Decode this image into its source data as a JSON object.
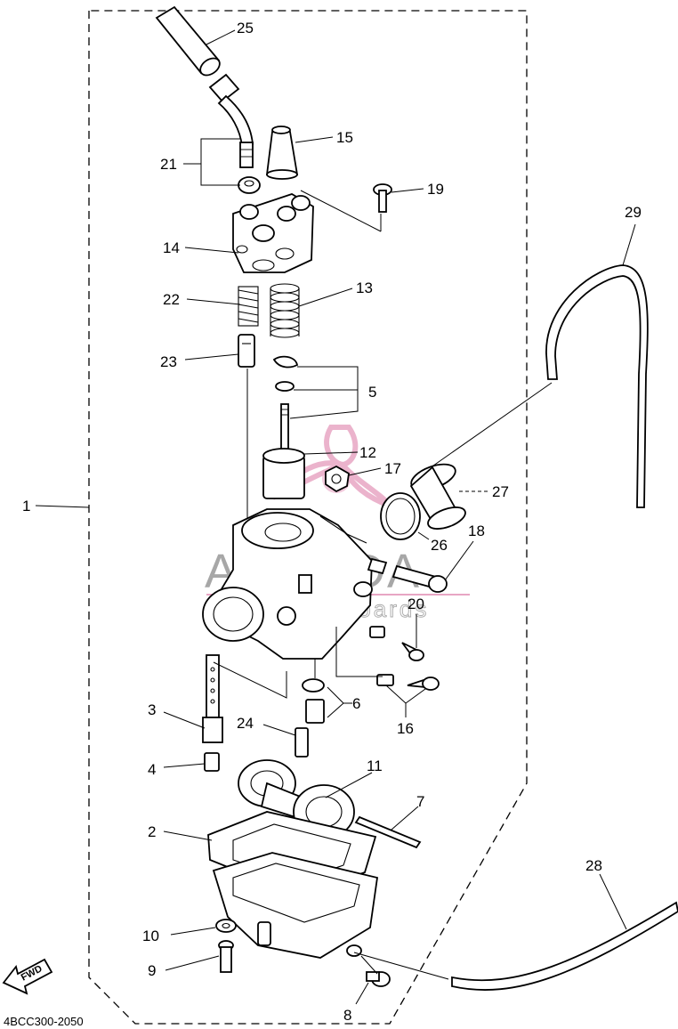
{
  "diagram": {
    "part_code": "4BCC300-2050",
    "fwd_label": "FWD",
    "watermark": {
      "brand": "ARMADA",
      "tagline": "marine outboards",
      "logo_color": "#e8a6c4"
    },
    "callouts": [
      {
        "id": "c25",
        "label": "25"
      },
      {
        "id": "c15",
        "label": "15"
      },
      {
        "id": "c21",
        "label": "21"
      },
      {
        "id": "c19",
        "label": "19"
      },
      {
        "id": "c29",
        "label": "29"
      },
      {
        "id": "c14",
        "label": "14"
      },
      {
        "id": "c22",
        "label": "22"
      },
      {
        "id": "c13",
        "label": "13"
      },
      {
        "id": "c23",
        "label": "23"
      },
      {
        "id": "c5",
        "label": "5"
      },
      {
        "id": "c12",
        "label": "12"
      },
      {
        "id": "c17",
        "label": "17"
      },
      {
        "id": "c27",
        "label": "27"
      },
      {
        "id": "c1",
        "label": "1"
      },
      {
        "id": "c26",
        "label": "26"
      },
      {
        "id": "c18",
        "label": "18"
      },
      {
        "id": "c20",
        "label": "20"
      },
      {
        "id": "c6",
        "label": "6"
      },
      {
        "id": "c3",
        "label": "3"
      },
      {
        "id": "c16",
        "label": "16"
      },
      {
        "id": "c24",
        "label": "24"
      },
      {
        "id": "c4",
        "label": "4"
      },
      {
        "id": "c11",
        "label": "11"
      },
      {
        "id": "c7",
        "label": "7"
      },
      {
        "id": "c2",
        "label": "2"
      },
      {
        "id": "c28",
        "label": "28"
      },
      {
        "id": "c10",
        "label": "10"
      },
      {
        "id": "c9",
        "label": "9"
      },
      {
        "id": "c8",
        "label": "8"
      }
    ]
  }
}
